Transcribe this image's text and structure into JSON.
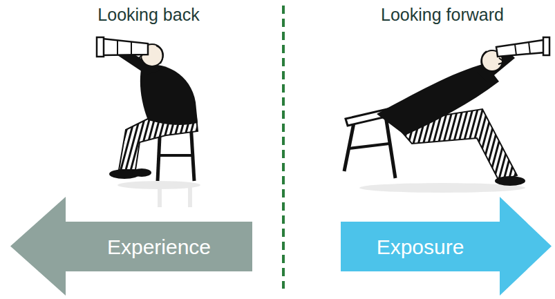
{
  "diagram": {
    "nodes": [
      {
        "text": [
          "Experience"
        ]
      },
      {
        "text": [
          "Exposure"
        ]
      }
    ],
    "labels": [
      "Looking back",
      "Looking forward"
    ]
  }
}
